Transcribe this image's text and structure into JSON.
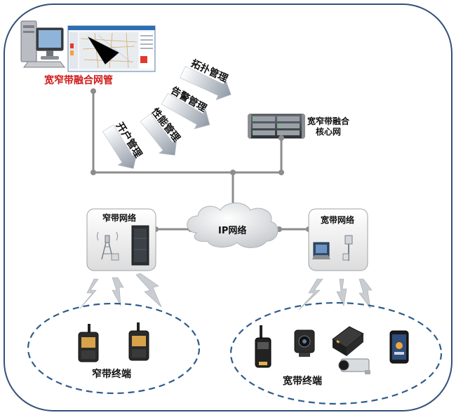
{
  "nms": {
    "label": "宽窄带融合网管"
  },
  "core": {
    "line1": "宽窄带融合",
    "line2": "核心网"
  },
  "arrows": {
    "topology": "拓扑管理",
    "alarm": "告警管理",
    "performance": "性能管理",
    "account": "开户管理"
  },
  "narrowband_network": {
    "label": "窄带网络"
  },
  "broadband_network": {
    "label": "宽带网络"
  },
  "ip_network": {
    "label": "IP网络"
  },
  "narrowband_terminals": {
    "label": "窄带终端"
  },
  "broadband_terminals": {
    "label": "宽带终端"
  },
  "colors": {
    "frame": "#34507a",
    "nms_label": "#d11a1a",
    "line": "#8c8c8c",
    "ellipse": "#2f5d8a",
    "arrow": "#9aa4b0"
  }
}
